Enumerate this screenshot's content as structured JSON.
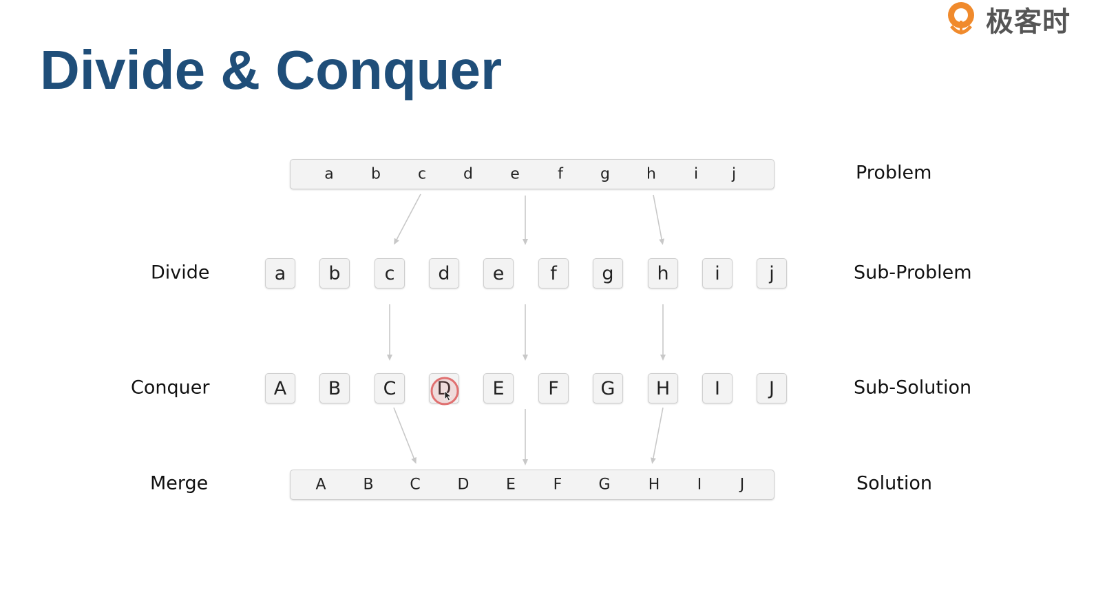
{
  "slide": {
    "title": "Divide & Conquer",
    "brand": "极客时"
  },
  "rows": {
    "problem": {
      "left_label": "",
      "right_label": "Problem",
      "items": [
        "a",
        "b",
        "c",
        "d",
        "e",
        "f",
        "g",
        "h",
        "i",
        "j"
      ]
    },
    "divide": {
      "left_label": "Divide",
      "right_label": "Sub-Problem",
      "items": [
        "a",
        "b",
        "c",
        "d",
        "e",
        "f",
        "g",
        "h",
        "i",
        "j"
      ]
    },
    "conquer": {
      "left_label": "Conquer",
      "right_label": "Sub-Solution",
      "items": [
        "A",
        "B",
        "C",
        "D",
        "E",
        "F",
        "G",
        "H",
        "I",
        "J"
      ]
    },
    "merge": {
      "left_label": "Merge",
      "right_label": "Solution",
      "items": [
        "A",
        "B",
        "C",
        "D",
        "E",
        "F",
        "G",
        "H",
        "I",
        "J"
      ]
    }
  },
  "colors": {
    "title": "#1f4e79",
    "arrow": "#c8c8c8",
    "box_fill": "#f3f3f3",
    "cursor_ring": "#e07070"
  },
  "icons": [
    "geekbang-logo-icon",
    "mouse-pointer-icon"
  ]
}
